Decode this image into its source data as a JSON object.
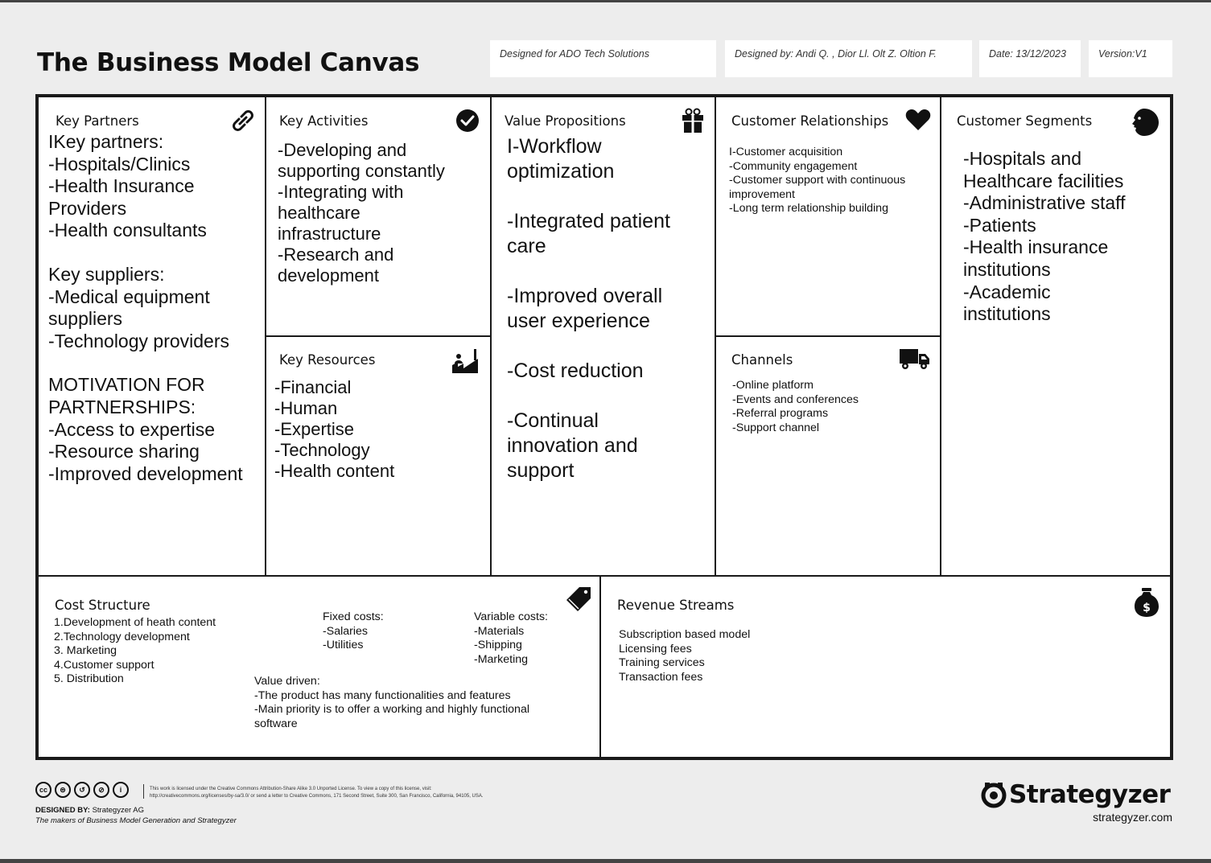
{
  "title": "The Business Model Canvas",
  "meta": {
    "designed_for": "Designed for ADO Tech Solutions",
    "designed_by": "Designed by: Andi Q. , Dior Ll. Olt Z. Oltion F.",
    "date": "Date: 13/12/2023",
    "version": "Version:V1"
  },
  "key_partners": {
    "title": "Key Partners",
    "lines": [
      "IKey partners:",
      "-Hospitals/Clinics",
      "-Health Insurance",
      "Providers",
      "-Health consultants",
      "",
      "Key suppliers:",
      "-Medical equipment",
      "suppliers",
      "-Technology providers",
      "",
      "MOTIVATION FOR",
      "PARTNERSHIPS:",
      "-Access to expertise",
      "-Resource sharing",
      "-Improved development"
    ]
  },
  "key_activities": {
    "title": "Key Activities",
    "lines": [
      "-Developing and",
      "supporting constantly",
      "-Integrating with",
      "healthcare",
      "infrastructure",
      "-Research and",
      "development"
    ]
  },
  "key_resources": {
    "title": "Key Resources",
    "lines": [
      "-Financial",
      "-Human",
      "-Expertise",
      "-Technology",
      "-Health content"
    ]
  },
  "value_propositions": {
    "title": "Value Propositions",
    "items": [
      [
        "I-Workflow",
        "optimization"
      ],
      [
        "-Integrated patient",
        "care"
      ],
      [
        "-Improved overall",
        "user experience"
      ],
      [
        "-Cost reduction"
      ],
      [
        "-Continual",
        "innovation and",
        "support"
      ]
    ]
  },
  "customer_relationships": {
    "title": "Customer Relationships",
    "lines": [
      "I-Customer acquisition",
      "-Community engagement",
      "-Customer support with continuous",
      "improvement",
      "-Long term relationship building"
    ]
  },
  "channels": {
    "title": "Channels",
    "lines": [
      "-Online platform",
      "-Events and conferences",
      "-Referral programs",
      "-Support channel"
    ]
  },
  "customer_segments": {
    "title": "Customer Segments",
    "lines": [
      "-Hospitals and",
      "Healthcare facilities",
      "-Administrative staff",
      "-Patients",
      "-Health insurance",
      "institutions",
      "-Academic",
      "institutions"
    ]
  },
  "cost_structure": {
    "title": "Cost Structure",
    "list": [
      "1.Development of heath content",
      "2.Technology development",
      "3. Marketing",
      "4.Customer support",
      "5. Distribution"
    ],
    "fixed": [
      "Fixed costs:",
      "-Salaries",
      "-Utilities"
    ],
    "variable": [
      "Variable costs:",
      "-Materials",
      "-Shipping",
      "-Marketing"
    ],
    "value_driven": [
      "Value driven:",
      "-The product has many functionalities and features",
      "-Main priority is to offer a working and highly functional",
      "software"
    ]
  },
  "revenue_streams": {
    "title": "Revenue Streams",
    "lines": [
      "Subscription based model",
      "Licensing fees",
      "Training services",
      "Transaction fees"
    ]
  },
  "footer": {
    "license_1": "This work is licensed under the Creative Commons Attribution-Share Alike 3.0 Unported License. To view a copy of this license, visit:",
    "license_2": "http://creativecommons.org/licenses/by-sa/3.0/ or send a letter to Creative Commons, 171 Second Street, Suite 300, San Francisco, California, 94105, USA.",
    "designed_by_label": "DESIGNED BY:",
    "designed_by_value": "Strategyzer AG",
    "makers": "The makers of Business Model Generation and Strategyzer",
    "brand": "Strategyzer",
    "url": "strategyzer.com",
    "cc_icons": [
      "cc",
      "by",
      "sa",
      "nc",
      "i"
    ]
  }
}
